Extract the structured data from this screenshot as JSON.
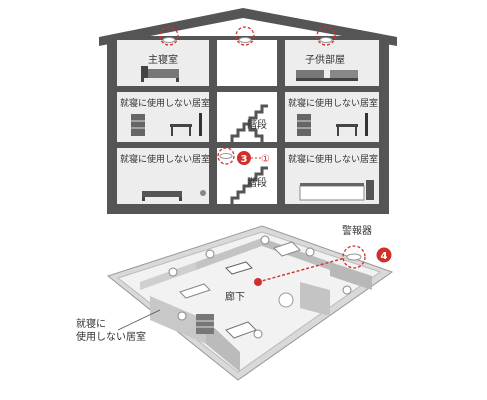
{
  "house": {
    "rooms": {
      "master_bedroom": "主寝室",
      "kids_room": "子供部屋",
      "unused_room_1": "就寝に使用しない居室",
      "unused_room_2": "就寝に使用しない居室",
      "unused_room_3": "就寝に使用しない居室",
      "unused_room_4": "就寝に使用しない居室"
    },
    "stairs_upper": "階段",
    "stairs_lower": "階段",
    "marker_3": "3",
    "marker_1": "①"
  },
  "floorplan": {
    "alarm_label": "警報器",
    "marker_4": "4",
    "hallway_label": "廊下",
    "unused_room_line1": "就寝に",
    "unused_room_line2": "使用しない居室"
  },
  "colors": {
    "wall": "#555555",
    "room_bg": "#ededed",
    "accent_red": "#d0302b",
    "floor": "#8a8a8a"
  }
}
